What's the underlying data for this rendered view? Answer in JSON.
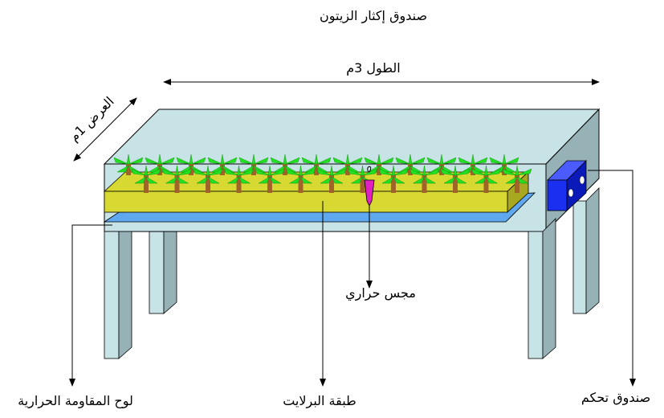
{
  "diagram": {
    "title": "صندوق إكثار الزيتون",
    "length_label": "الطول 3م",
    "width_label": "العرض 1م",
    "sensor_label": "مجس حراري",
    "heating_board_label": "لوح المقاومة الحرارية",
    "perlite_layer_label": "طبقة البرلايت",
    "control_box_label": "صندوق تحكم"
  },
  "colors": {
    "box_top": "#c8e3e6",
    "box_side": "#97b2b6",
    "perlite": "#d8d832",
    "heater": "#5fa8f0",
    "control_box": "#1a2ff0",
    "sensor": "#e020c0",
    "leaves": "#22e022",
    "stems": "#a0642a"
  }
}
